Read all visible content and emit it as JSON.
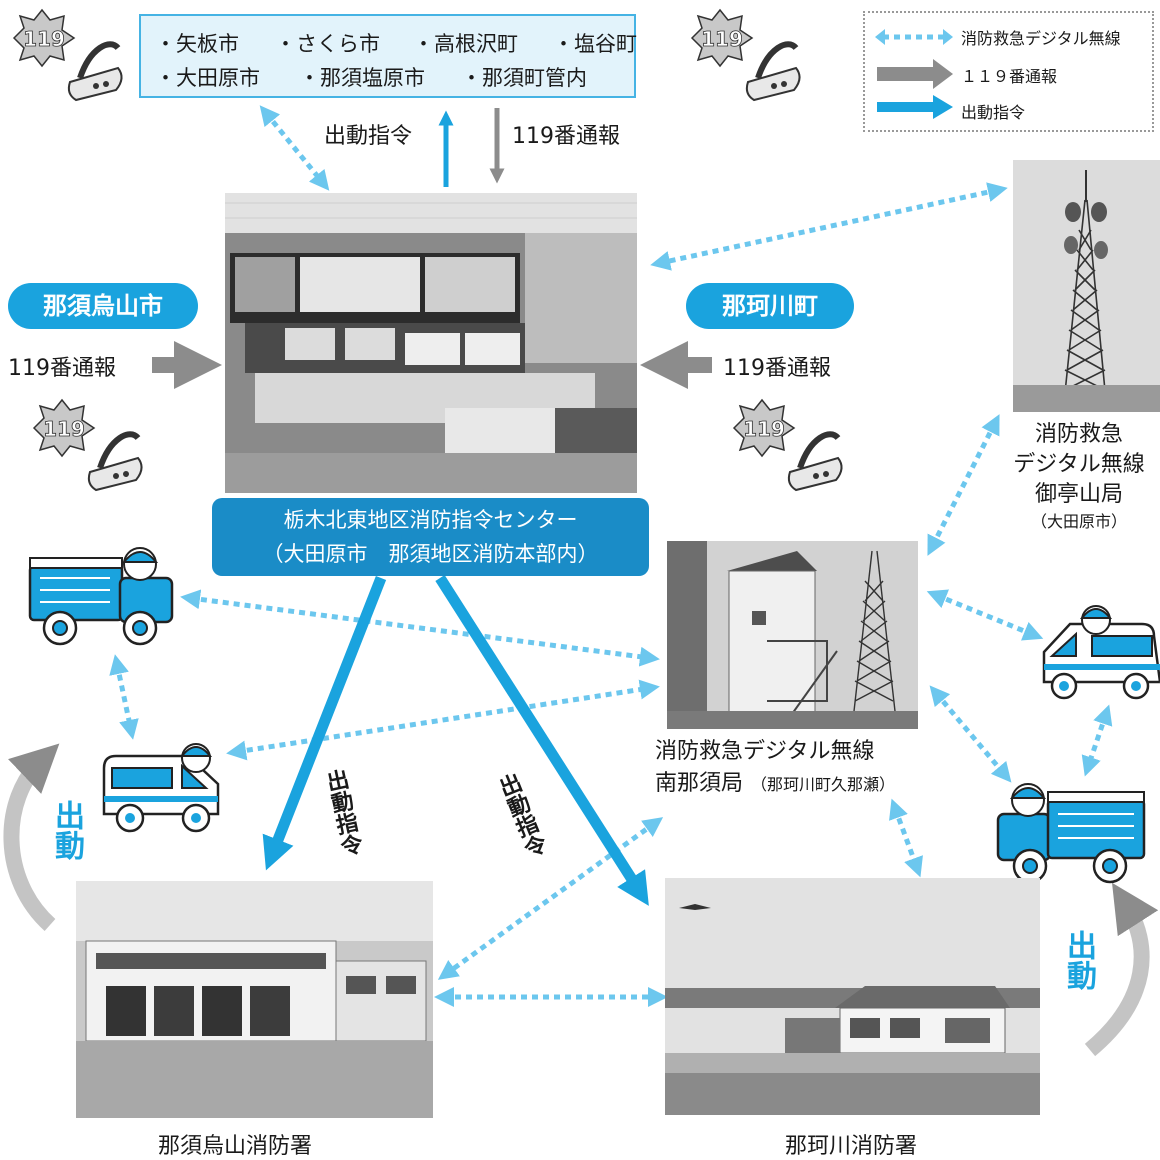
{
  "cities": {
    "row1": [
      "・矢板市",
      "・さくら市",
      "・高根沢町",
      "・塩谷町"
    ],
    "row2": [
      "・大田原市",
      "・那須塩原市",
      "・那須町管内"
    ]
  },
  "legend": {
    "radio": "消防救急デジタル無線",
    "call": "１１９番通報",
    "dispatch": "出動指令"
  },
  "labels": {
    "top_dispatch": "出動指令",
    "top_call": "119番通報",
    "left_call": "119番通報",
    "right_call": "119番通報",
    "phone_text": "119",
    "diag_dispatch_left": "出動指令",
    "diag_dispatch_right": "出動指令",
    "left_dispatched": "出動",
    "right_dispatched": "出動"
  },
  "places": {
    "nasukarasuyama_city": "那須烏山市",
    "nakagawa_town": "那珂川町"
  },
  "center": {
    "name": "栃木北東地区消防指令センター",
    "location": "（大田原市　那須地区消防本部内）"
  },
  "stations": {
    "goteisan_line1": "消防救急",
    "goteisan_line2": "デジタル無線",
    "goteisan_line3": "御亭山局",
    "goteisan_note": "（大田原市）",
    "minaminasu_line1": "消防救急デジタル無線",
    "minaminasu_line2": "南那須局",
    "minaminasu_note": "（那珂川町久那瀬）",
    "karasuyama_fire": "那須烏山消防署",
    "nakagawa_fire": "那珂川消防署"
  },
  "colors": {
    "blue": "#1aa3de",
    "dark_blue": "#1a8cc7",
    "light_blue": "#6cc7ee",
    "gray_arrow": "#8c8c8c"
  }
}
